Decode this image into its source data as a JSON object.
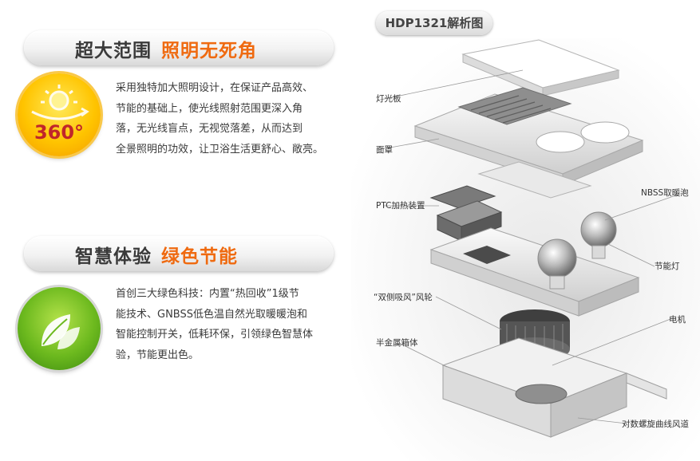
{
  "section1": {
    "title_dark": "超大范围",
    "title_accent": "照明无死角",
    "icon": "sun-360-icon",
    "icon_text": "360°",
    "lines": [
      "采用独特加大照明设计，在保证产品高效、",
      "节能的基础上，使光线照射范围更深入角",
      "落，无光线盲点，无视觉落差，从而达到",
      "全景照明的功效，让卫浴生活更舒心、敞亮。"
    ]
  },
  "section2": {
    "title_dark": "智慧体验",
    "title_accent": "绿色节能",
    "icon": "leaf-icon",
    "lines": [
      "首创三大绿色科技：内置“热回收”1级节",
      "能技术、GNBSS低色温自然光取暖暖泡和",
      "智能控制开关，低耗环保，引领绿色智慧体",
      "验，节能更出色。"
    ]
  },
  "diagram": {
    "title": "HDP1321解析图",
    "labels": {
      "light_panel": "灯光板",
      "face_cover": "面罩",
      "ptc": "PTC加热装置",
      "nbss": "NBSS取暖泡",
      "energy_lamp": "节能灯",
      "double_fan": "“双侧吸风”风轮",
      "motor": "电机",
      "metal_box": "半金属箱体",
      "duct": "对数螺旋曲线风道"
    }
  },
  "colors": {
    "accent": "#ef6a10",
    "heading": "#3a3a3a",
    "sun": "#ffc400",
    "leaf": "#6cb91e"
  }
}
